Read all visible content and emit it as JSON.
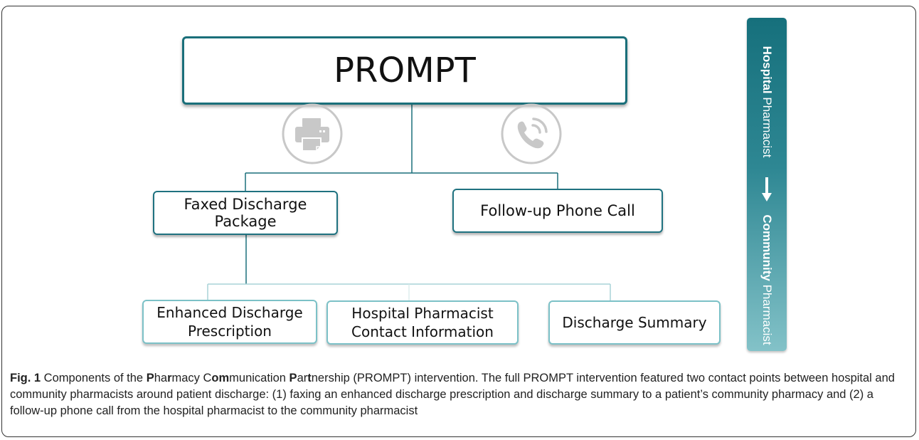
{
  "diagram": {
    "root": {
      "label": "PROMPT"
    },
    "components": [
      {
        "label": "Faxed Discharge Package",
        "icon": "fax-printer-icon"
      },
      {
        "label": "Follow‐up Phone Call",
        "icon": "phone-icon"
      }
    ],
    "package_items": [
      {
        "line1": "Enhanced Discharge",
        "line2": "Prescription"
      },
      {
        "line1": "Hospital Pharmacist",
        "line2": "Contact Information"
      },
      {
        "line1": "Discharge Summary",
        "line2": ""
      }
    ],
    "flow": {
      "from_bold": "Hospital",
      "from_rest": " Pharmacist",
      "to_bold": "Community",
      "to_rest": " Pharmacist"
    },
    "colors": {
      "dark_teal": "#1a6f7a",
      "light_teal": "#7cc1c7",
      "icon_gray": "#c8c8c8"
    }
  },
  "caption": {
    "fig_label": "Fig. 1",
    "p1": " Components of the ",
    "b1": "P",
    "p2": "ha",
    "b2": "r",
    "p3": "macy C",
    "b3": "om",
    "p4": "munication ",
    "b4": "P",
    "p5": "ar",
    "b5": "t",
    "p6": "nership (PROMPT) intervention. The full PROMPT intervention featured two contact points between hospital and community pharmacists around patient discharge: (1) faxing an enhanced discharge prescription and discharge summary to a patient’s community pharmacy and (2) a follow-up phone call from the hospital pharmacist to the community pharmacist"
  }
}
